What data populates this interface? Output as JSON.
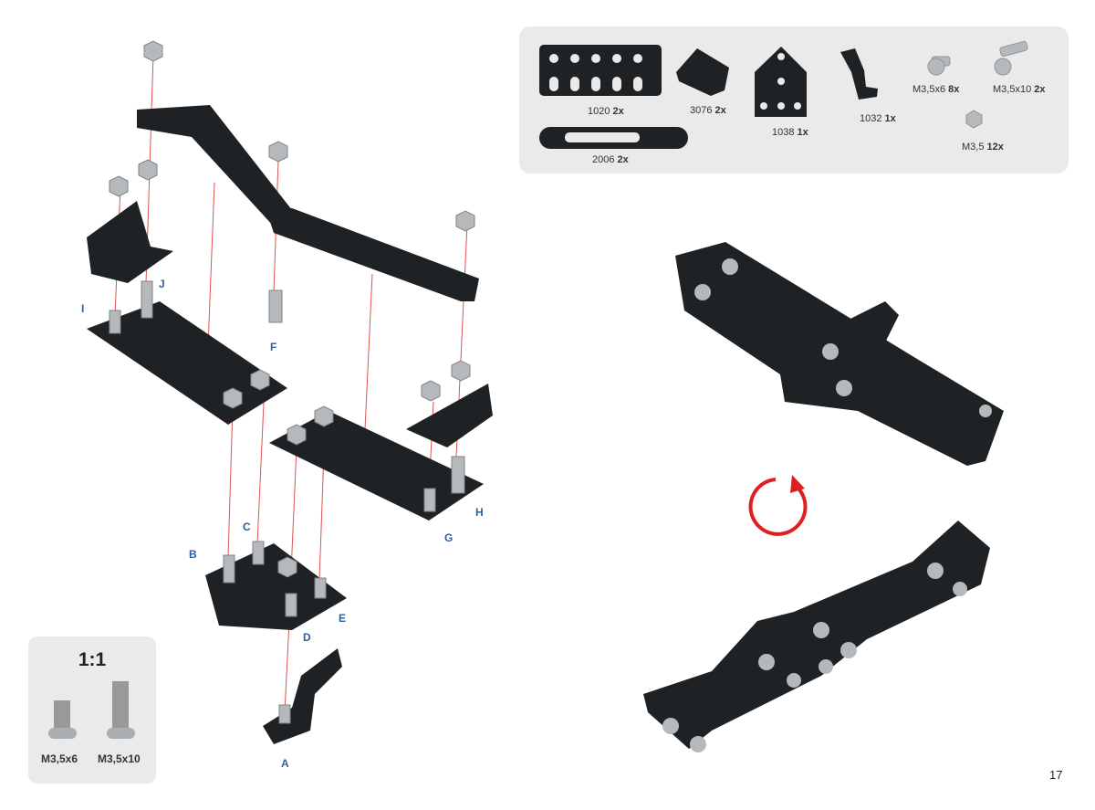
{
  "parts_list": [
    {
      "code": "1020",
      "qty": "2x"
    },
    {
      "code": "3076",
      "qty": "2x"
    },
    {
      "code": "1038",
      "qty": "1x"
    },
    {
      "code": "1032",
      "qty": "1x"
    },
    {
      "code": "M3,5x6",
      "qty": "8x"
    },
    {
      "code": "M3,5x10",
      "qty": "2x"
    },
    {
      "code": "2006",
      "qty": "2x"
    },
    {
      "code": "M3,5",
      "qty": "12x"
    }
  ],
  "scale_box": {
    "title": "1:1",
    "screws": [
      "M3,5x6",
      "M3,5x10"
    ]
  },
  "assembly_labels": [
    "A",
    "B",
    "C",
    "D",
    "E",
    "F",
    "G",
    "H",
    "I",
    "J"
  ],
  "page_number": "17",
  "colors": {
    "part": "#1f2224",
    "hardware": "#a9adb0",
    "guide_line": "#d9534f",
    "rotate_arrow": "#e02020",
    "label": "#2e5f9e",
    "panel": "#ebeaeb"
  }
}
